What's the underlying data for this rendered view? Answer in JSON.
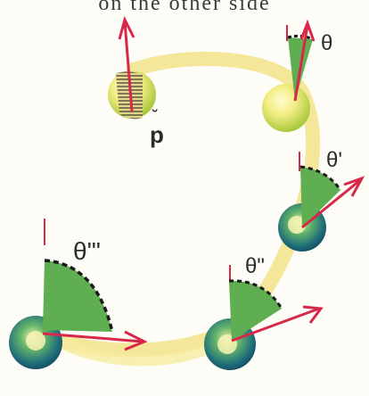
{
  "top_text": "on the other side",
  "labels": {
    "theta_1": "θ",
    "theta_2": "θ'",
    "theta_3": "θ\"",
    "theta_4": "θ'\"",
    "p_vector": "p"
  },
  "colors": {
    "orbit": "#f3e38a",
    "ball_light": "#fbf5a6",
    "ball_mid": "#c8d94e",
    "ball_dark": "#2e8a5a",
    "ball_core": "#2a4f7a",
    "arrow": "#d8284a",
    "sector": "#5fae52",
    "sector_dark": "#3f8f3f",
    "dashed_arc": "#1a1a1a",
    "reference_line": "#d8284a"
  }
}
